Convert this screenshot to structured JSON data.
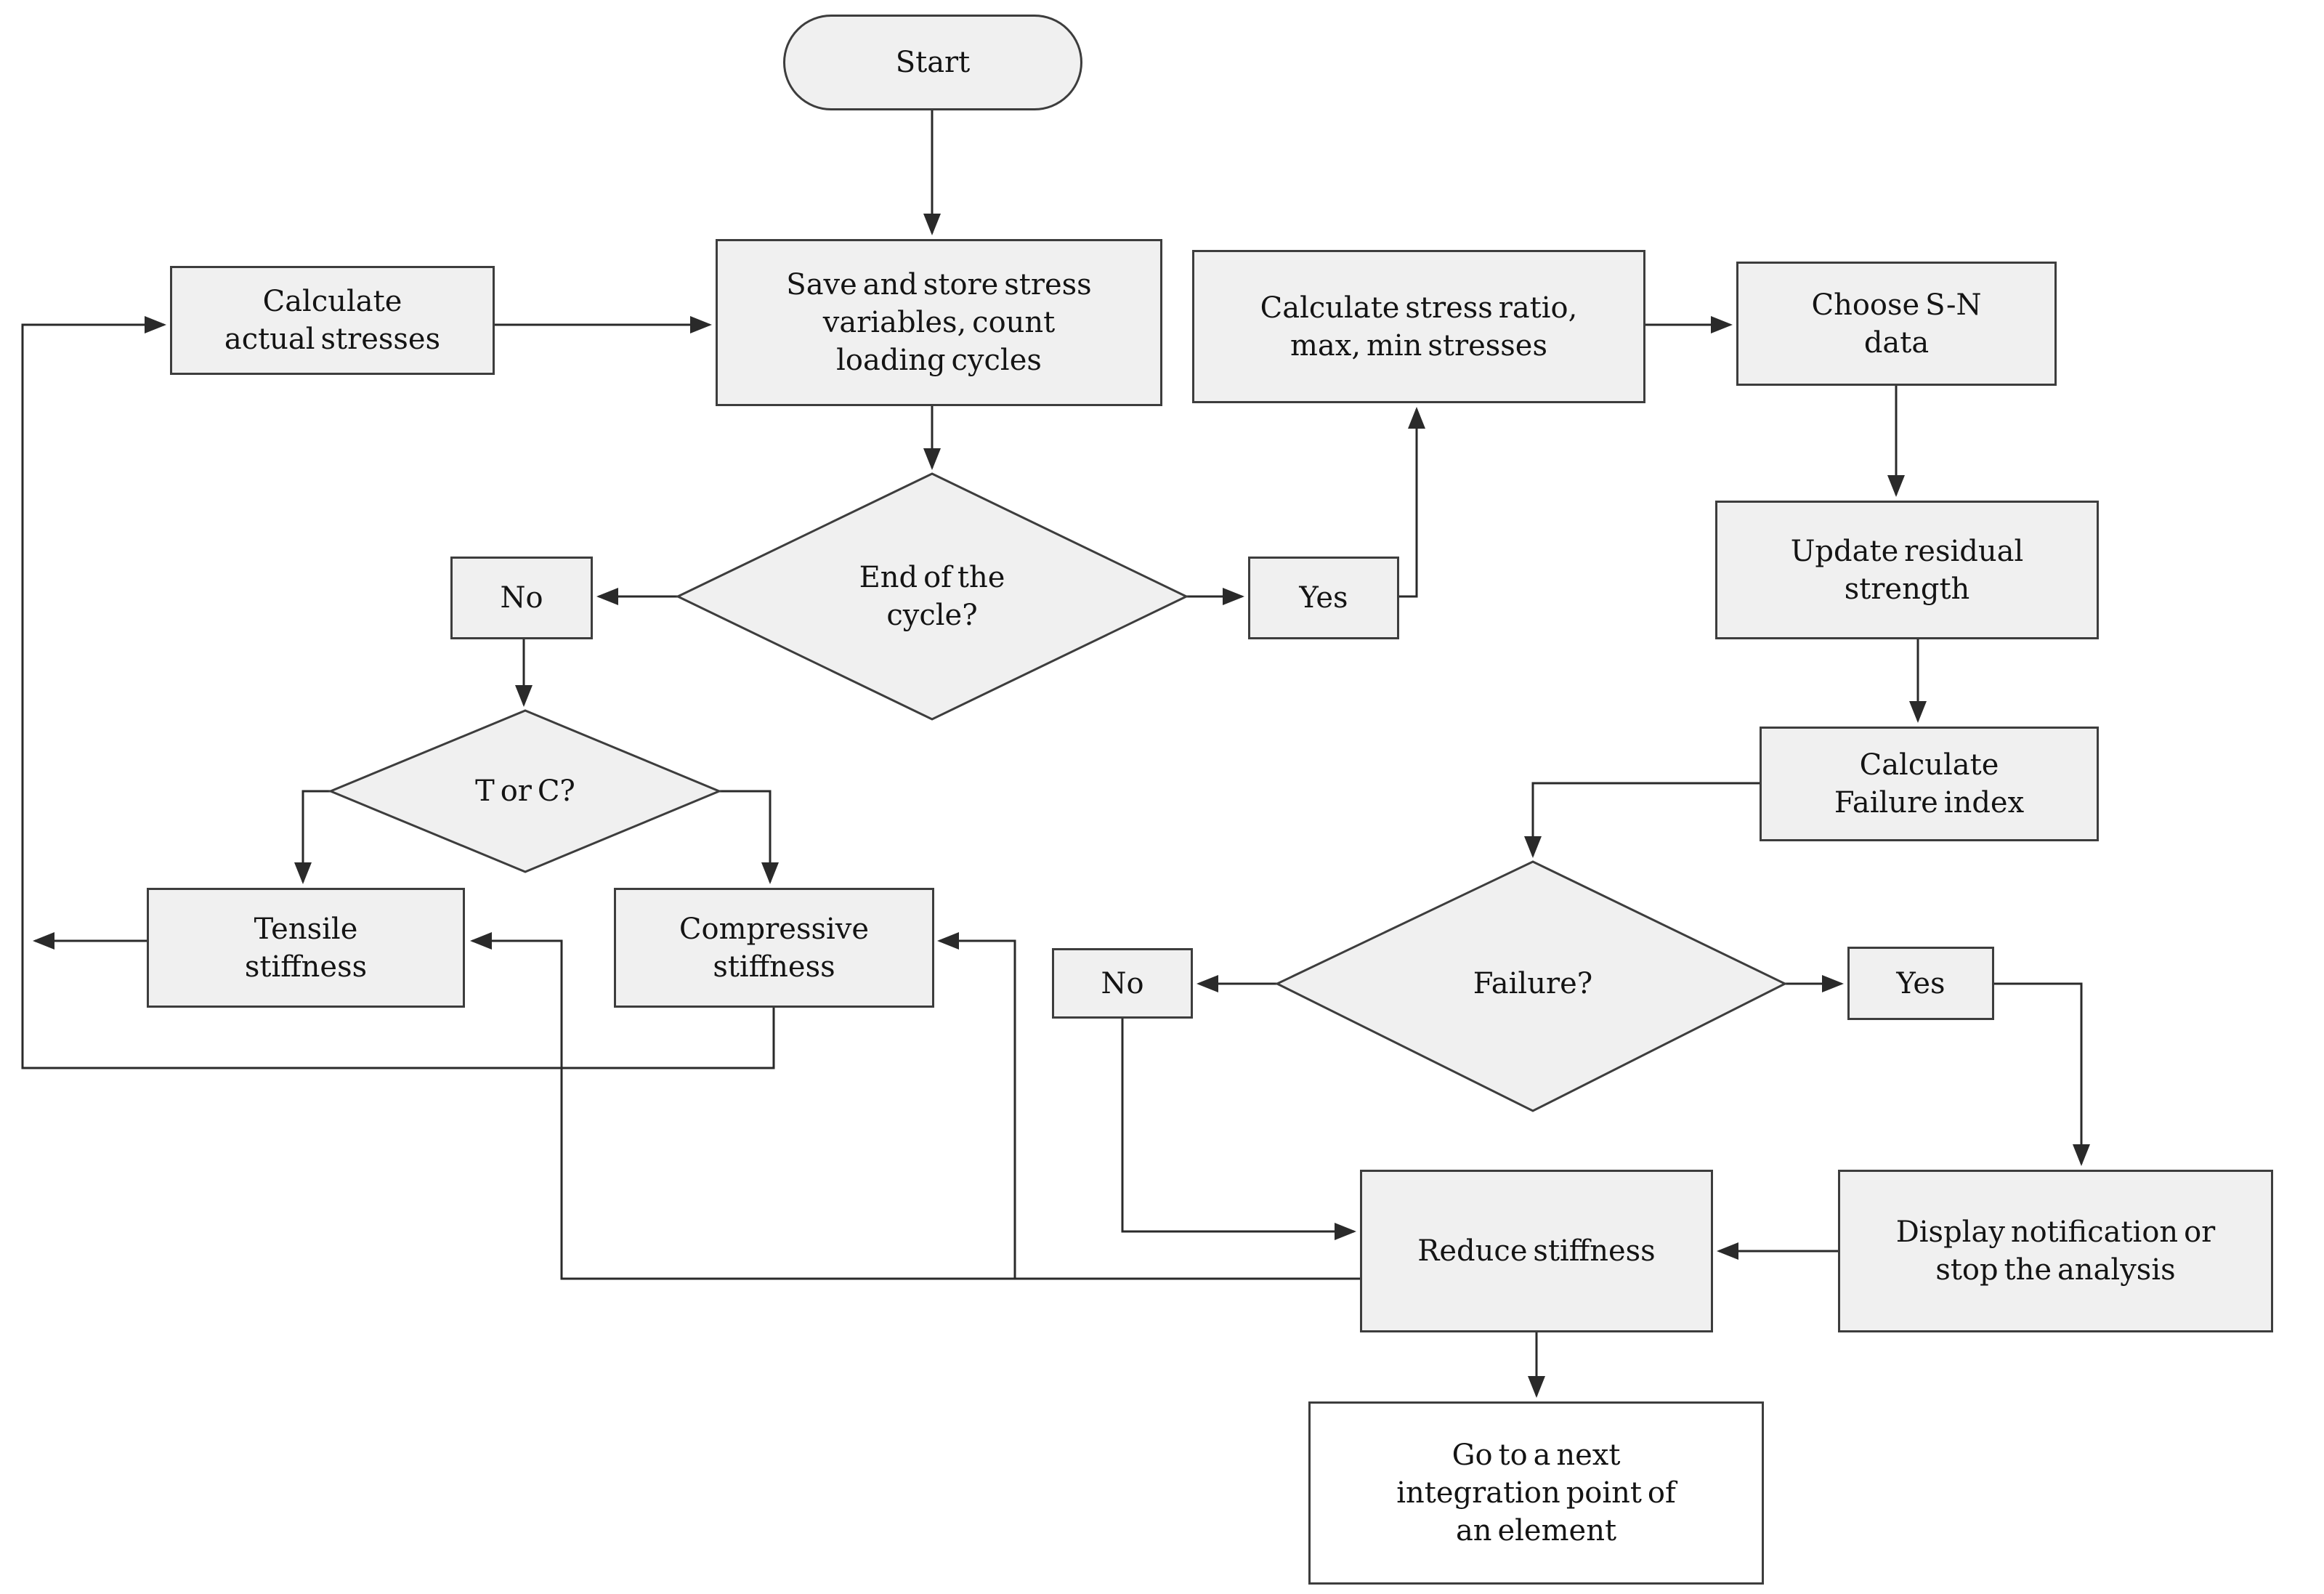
{
  "diagram": {
    "background": "#ffffff",
    "node_fill": "#f0f0f0",
    "node_border": "#3d3d3d",
    "line_color": "#2a2a2a",
    "text_color": "#141414"
  },
  "nodes": {
    "start": {
      "label": "Start",
      "type": "terminator"
    },
    "save_store": {
      "label": "Save and store stress\nvariables, count\nloading cycles",
      "type": "process"
    },
    "calc_actual": {
      "label": "Calculate\nactual stresses",
      "type": "process"
    },
    "calc_ratio": {
      "label": "Calculate stress ratio,\nmax, min stresses",
      "type": "process"
    },
    "choose_sn": {
      "label": "Choose S-N\ndata",
      "type": "process"
    },
    "update_residual": {
      "label": "Update residual\nstrength",
      "type": "process"
    },
    "calc_failure": {
      "label": "Calculate\nFailure index",
      "type": "process"
    },
    "end_cycle": {
      "label": "End of the\ncycle?",
      "type": "decision"
    },
    "no1": {
      "label": "No",
      "type": "connector"
    },
    "yes1": {
      "label": "Yes",
      "type": "connector"
    },
    "torc": {
      "label": "T or C?",
      "type": "decision"
    },
    "tensile": {
      "label": "Tensile\nstiffness",
      "type": "process"
    },
    "compressive": {
      "label": "Compressive\nstiffness",
      "type": "process"
    },
    "failure": {
      "label": "Failure?",
      "type": "decision"
    },
    "no2": {
      "label": "No",
      "type": "connector"
    },
    "yes2": {
      "label": "Yes",
      "type": "connector"
    },
    "reduce": {
      "label": "Reduce stiffness",
      "type": "process"
    },
    "display_notif": {
      "label": "Display notification or\nstop the analysis",
      "type": "process"
    },
    "goto_next": {
      "label": "Go to a next\nintegration point of\nan element",
      "type": "process-white"
    }
  },
  "edges": [
    {
      "from": "start",
      "to": "save_store"
    },
    {
      "from": "calc_actual",
      "to": "save_store"
    },
    {
      "from": "save_store",
      "to": "end_cycle"
    },
    {
      "from": "end_cycle",
      "to": "no1",
      "branch": "No"
    },
    {
      "from": "end_cycle",
      "to": "yes1",
      "branch": "Yes"
    },
    {
      "from": "yes1",
      "to": "calc_ratio"
    },
    {
      "from": "calc_ratio",
      "to": "choose_sn"
    },
    {
      "from": "choose_sn",
      "to": "update_residual"
    },
    {
      "from": "update_residual",
      "to": "calc_failure"
    },
    {
      "from": "calc_failure",
      "to": "failure"
    },
    {
      "from": "failure",
      "to": "no2",
      "branch": "No"
    },
    {
      "from": "failure",
      "to": "yes2",
      "branch": "Yes"
    },
    {
      "from": "yes2",
      "to": "display_notif"
    },
    {
      "from": "display_notif",
      "to": "reduce"
    },
    {
      "from": "no2",
      "to": "reduce"
    },
    {
      "from": "reduce",
      "to": "goto_next"
    },
    {
      "from": "no1",
      "to": "torc"
    },
    {
      "from": "torc",
      "to": "tensile",
      "branch": "T"
    },
    {
      "from": "torc",
      "to": "compressive",
      "branch": "C"
    },
    {
      "from": "tensile",
      "to": "calc_actual"
    },
    {
      "from": "compressive",
      "to": "calc_actual"
    },
    {
      "from": "reduce",
      "to": "tensile"
    },
    {
      "from": "reduce",
      "to": "compressive"
    }
  ]
}
